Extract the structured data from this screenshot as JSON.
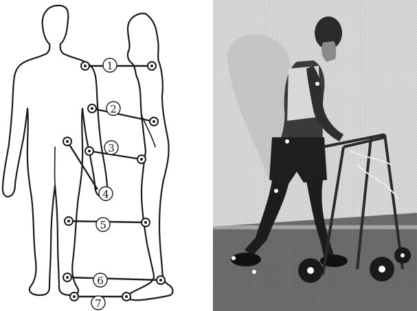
{
  "markers": [
    {
      "label": "1"
    },
    {
      "label": "2"
    },
    {
      "label": "3"
    },
    {
      "label": "4"
    },
    {
      "label": "5"
    },
    {
      "label": "6"
    },
    {
      "label": "7"
    }
  ],
  "icons": {
    "front_figure": "human-front-outline-icon",
    "side_figure": "human-side-outline-icon",
    "photo": "walker-gait-photo"
  }
}
